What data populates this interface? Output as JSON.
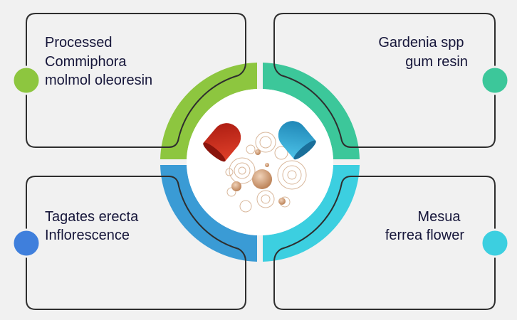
{
  "items": [
    {
      "lines": [
        "Processed",
        "Commiphora",
        "molmol oleoresin"
      ],
      "color": "#8dc63f",
      "dot": "#8dc63f"
    },
    {
      "lines": [
        "Gardenia spp",
        "gum resin"
      ],
      "color": "#3cc79a",
      "dot": "#3cc79a"
    },
    {
      "lines": [
        "Tagates erecta",
        "Inflorescence"
      ],
      "color": "#3a9bd5",
      "dot": "#3f7fdc"
    },
    {
      "lines": [
        "Mesua",
        "ferrea flower"
      ],
      "color": "#3ccfe0",
      "dot": "#3ccfe0"
    }
  ],
  "center_icon": "capsule-pills-icon"
}
